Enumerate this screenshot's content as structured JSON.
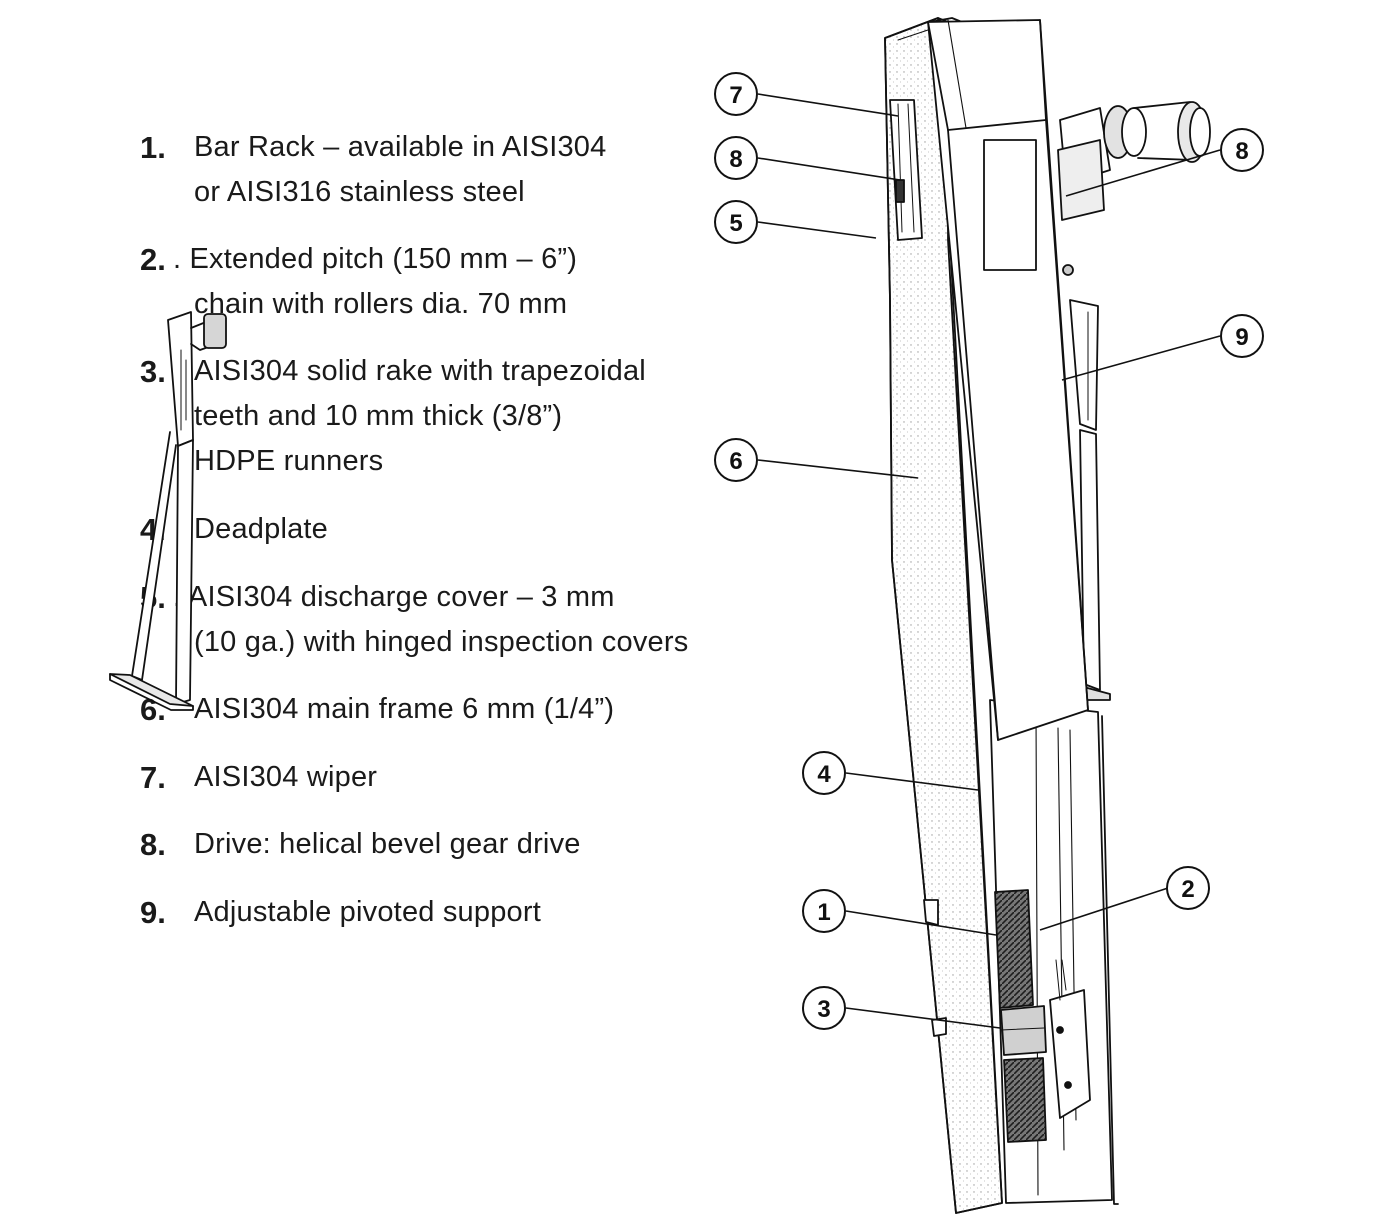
{
  "parts": [
    {
      "num": "1.",
      "lines": [
        "Bar Rack – available in AISI304",
        "or AISI316 stainless steel"
      ]
    },
    {
      "num": "2.",
      "lines": [
        ". Extended pitch (150 mm – 6”)",
        "chain with rollers dia. 70 mm"
      ]
    },
    {
      "num": "3.",
      "lines": [
        "AISI304 solid rake with trapezoidal",
        "teeth and 10 mm thick (3/8”)",
        "HDPE runners"
      ]
    },
    {
      "num": "4.",
      "lines": [
        "Deadplate"
      ]
    },
    {
      "num": "5.",
      "lines": [
        ". AISI304 discharge cover – 3 mm",
        "(10 ga.) with hinged inspection covers"
      ]
    },
    {
      "num": "6.",
      "lines": [
        "AISI304 main frame 6 mm (1/4”)"
      ]
    },
    {
      "num": "7.",
      "lines": [
        "AISI304 wiper"
      ]
    },
    {
      "num": "8.",
      "lines": [
        "Drive: helical bevel gear drive"
      ]
    },
    {
      "num": "9.",
      "lines": [
        "Adjustable pivoted support"
      ]
    }
  ],
  "callouts": [
    "7",
    "8",
    "5",
    "8",
    "9",
    "6",
    "4",
    "1",
    "2",
    "3"
  ]
}
